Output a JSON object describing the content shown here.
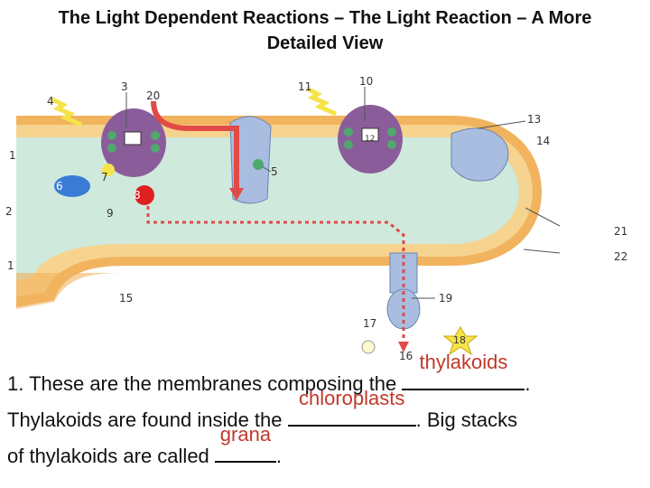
{
  "title": {
    "line1": "The Light Dependent Reactions – The Light Reaction – A More",
    "line2": "Detailed View"
  },
  "diagram": {
    "labels": {
      "n1a": "1",
      "n2": "2",
      "n1b": "1",
      "n3": "3",
      "n4": "4",
      "n5": "5",
      "n6": "6",
      "n7": "7",
      "n8": "8",
      "n9": "9",
      "n10": "10",
      "n11": "11",
      "n12": "12",
      "n13": "13",
      "n14": "14",
      "n15": "15",
      "n16": "16",
      "n17": "17",
      "n18": "18",
      "n19": "19",
      "n20": "20",
      "n21": "21",
      "n22": "22"
    },
    "colors": {
      "membrane_outer": "#f1b35e",
      "membrane_inner": "#f6d38f",
      "stroma_lumen": "#cfe9dc",
      "photosystem": "#8a5d9a",
      "protein_blue": "#a8bde0",
      "arrow_red": "#e14a47",
      "light_yellow": "#f5e34a"
    }
  },
  "question": {
    "line1_prefix": "1.   These are the membranes composing the",
    "blank1_answer": "thylakoids",
    "line1_suffix": ".",
    "line2_prefix": "Thylakoids are found inside the",
    "blank2_answer": "chloroplasts",
    "line2_suffix": ".  Big stacks",
    "line3_prefix": "of thylakoids are called",
    "blank3_answer": "grana",
    "line3_suffix": "."
  }
}
